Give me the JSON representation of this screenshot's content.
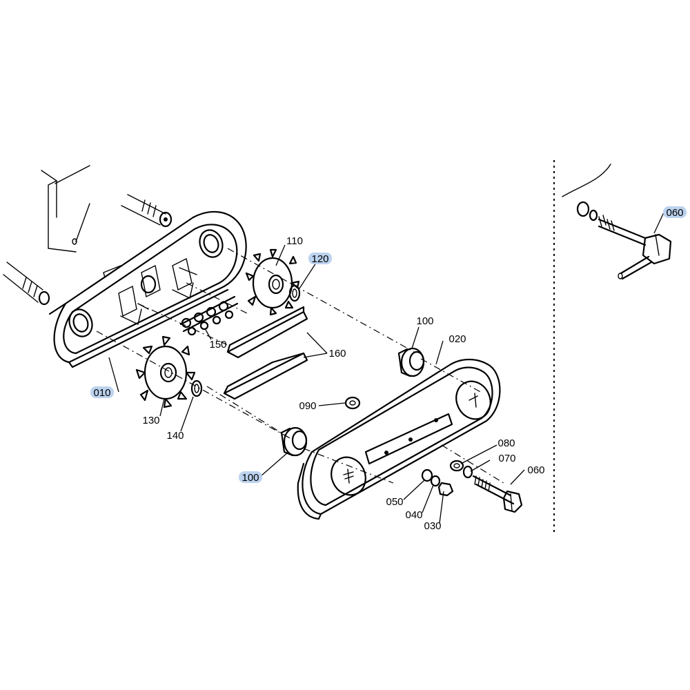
{
  "callouts": {
    "c010": "010",
    "c020": "020",
    "c030": "030",
    "c040": "040",
    "c050": "050",
    "c060_bolt": "060",
    "c060_pin": "060",
    "c070": "070",
    "c080": "080",
    "c090": "090",
    "c100_upper": "100",
    "c100_lower": "100",
    "c110": "110",
    "c120": "120",
    "c130": "130",
    "c140": "140",
    "c150": "150",
    "c160": "160"
  },
  "colors": {
    "callout_highlight": "#bcd3ee",
    "line": "#000000",
    "background": "#ffffff"
  }
}
